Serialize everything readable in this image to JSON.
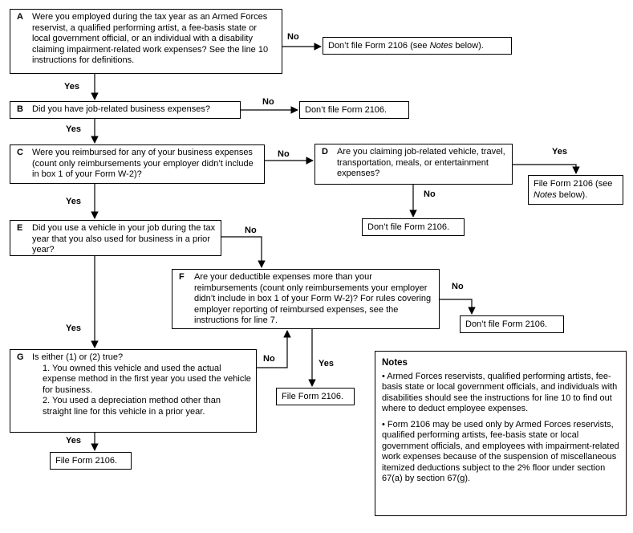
{
  "boxes": {
    "A": {
      "letter": "A",
      "text": "Were you employed during the tax year as an Armed Forces reservist, a qualified performing artist, a fee-basis state or local government official, or an individual with a disability claiming impairment-related work expenses? See the line 10 instructions for definitions."
    },
    "B": {
      "letter": "B",
      "text": "Did you have job-related business expenses?"
    },
    "C": {
      "letter": "C",
      "text": "Were you reimbursed for any of your business expenses (count only reimbursements your employer didn’t include in box 1 of your Form W-2)?"
    },
    "D": {
      "letter": "D",
      "text": "Are you claiming job-related vehicle, travel, transportation, meals, or entertainment expenses?"
    },
    "E": {
      "letter": "E",
      "text": "Did you use a vehicle in your job during the tax year that you also used for business in a prior year?"
    },
    "F": {
      "letter": "F",
      "text": "Are your deductible expenses more than your reimbursements (count only reimbursements your employer didn’t include in box 1 of your Form W-2)? For rules covering employer reporting of reimbursed expenses, see the instructions for line 7."
    },
    "G": {
      "letter": "G",
      "intro": "Is either (1) or (2) true?",
      "item1": "1. You owned this vehicle and used the actual expense method in the first year you used the vehicle for business.",
      "item2": "2. You used a depreciation method other than straight line for this vehicle in a prior year."
    }
  },
  "outcomes": {
    "A_no": {
      "prefix": "Don’t file Form 2106 (see ",
      "emph": "Notes",
      "suffix": " below)."
    },
    "B_no": "Don’t file Form 2106.",
    "D_yes": {
      "line1": "File Form 2106 (see",
      "emph": "Notes",
      "suffix": " below)."
    },
    "D_no": "Don’t file Form 2106.",
    "F_no": "Don’t file Form 2106.",
    "F_yes": "File Form 2106.",
    "G_yes": "File Form 2106."
  },
  "labels": {
    "yes": "Yes",
    "no": "No"
  },
  "notes": {
    "title": "Notes",
    "items": [
      "• Armed Forces reservists, qualified performing artists, fee-basis state or local government officials, and individuals with disabilities should see the instructions for line 10 to find out where to deduct employee expenses.",
      "• Form 2106 may be used only by Armed Forces reservists, qualified performing artists, fee-basis state or local government officials, and employees with impairment-related work expenses because of the suspension of miscellaneous itemized deductions subject to the 2% floor under section 67(a) by section 67(g)."
    ]
  }
}
